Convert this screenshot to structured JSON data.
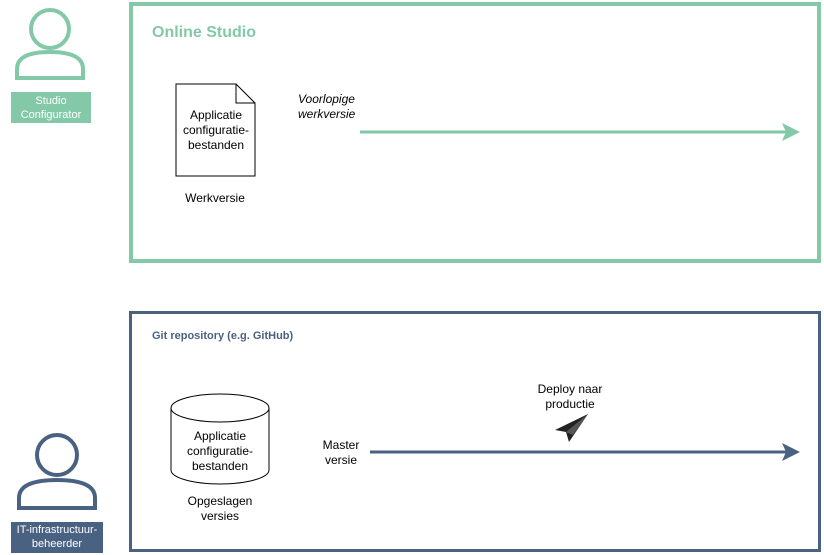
{
  "studio": {
    "title": "Online Studio",
    "role_label": "Studio Configurator",
    "file_label": "Applicatie configuratie-bestanden",
    "file_caption": "Werkversie",
    "arrow_label": "Voorlopige werkversie"
  },
  "git": {
    "title": "Git repository (e.g. GitHub)",
    "role_label": "IT-infrastructuur-beheerder",
    "db_label": "Applicatie configuratie-bestanden",
    "db_caption": "Opgeslagen versies",
    "arrow_label": "Master versie",
    "deploy_label": "Deploy naar productie"
  },
  "colors": {
    "studio_accent": "#83c9a8",
    "git_accent": "#4a6282"
  },
  "icons": [
    "user-icon",
    "document-icon",
    "database-icon",
    "paper-plane-icon"
  ]
}
